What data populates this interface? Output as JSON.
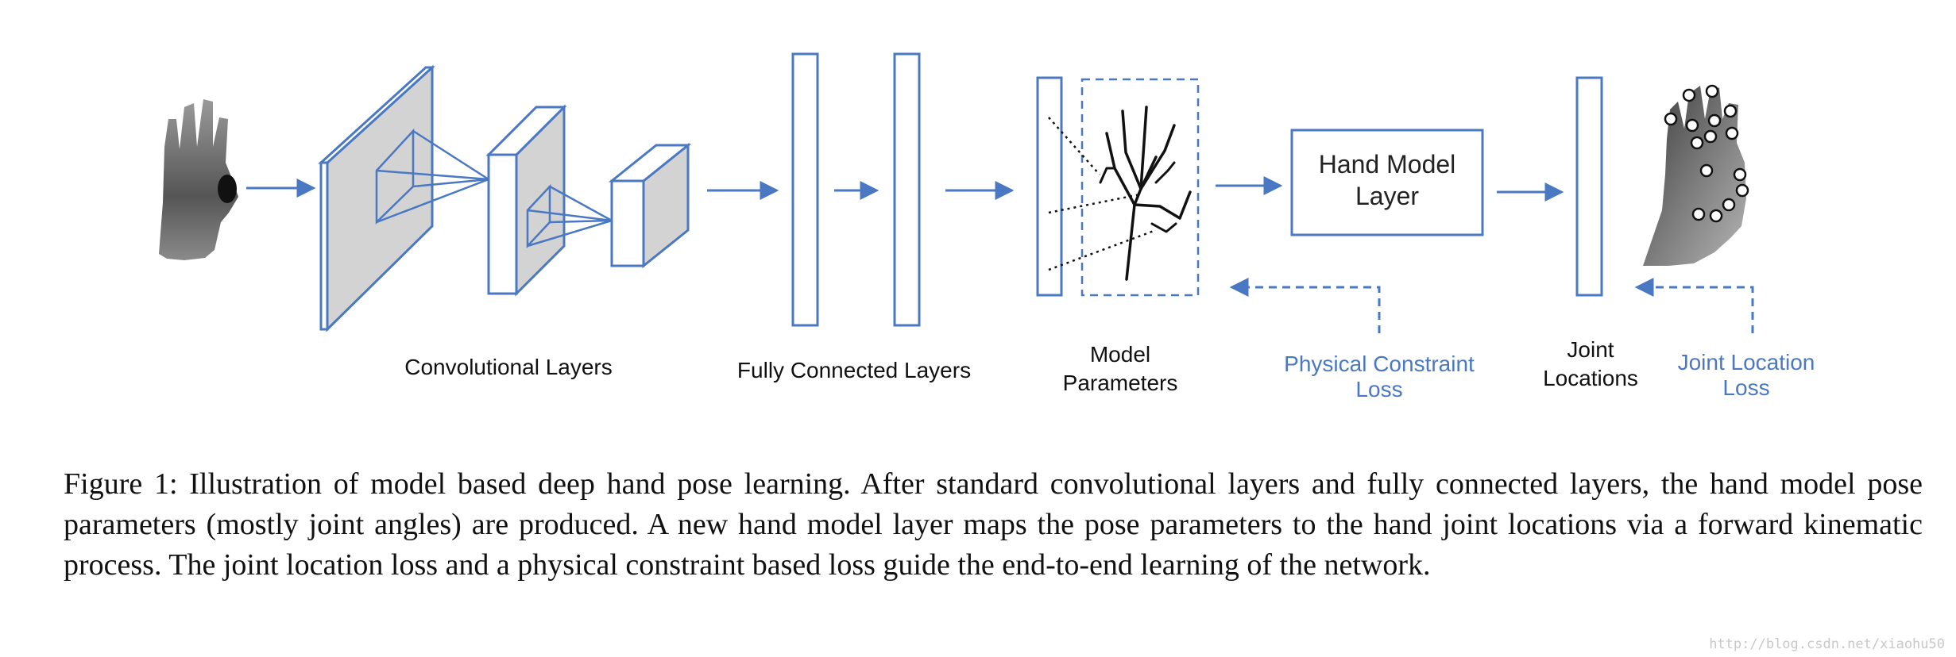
{
  "labels": {
    "conv": "Convolutional Layers",
    "fc": "Fully Connected Layers",
    "model_params_1": "Model",
    "model_params_2": "Parameters",
    "hand_model_1": "Hand Model",
    "hand_model_2": "Layer",
    "phys_loss_1": "Physical Constraint",
    "phys_loss_2": "Loss",
    "joint_loc_1": "Joint",
    "joint_loc_2": "Locations",
    "joint_loss_1": "Joint Location",
    "joint_loss_2": "Loss"
  },
  "caption": "Figure 1: Illustration of model based deep hand pose learning. After standard convolutional layers and fully connected layers, the hand model pose parameters (mostly joint angles) are produced. A new hand model layer maps the pose parameters to the hand joint locations via a forward kinematic process. The joint location loss and a physical constraint based loss guide the end-to-end learning of the network.",
  "watermark": "http://blog.csdn.net/xiaohu50",
  "colors": {
    "accent_blue": "#4a78c2",
    "block_fill": "#d3d3d3",
    "ink": "#111111"
  }
}
